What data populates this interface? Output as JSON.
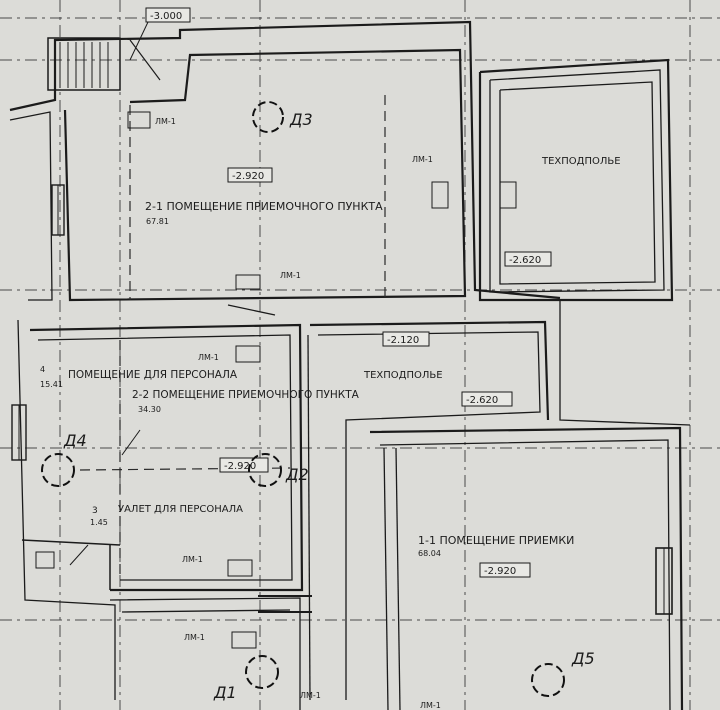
{
  "levels": {
    "top": "-3.000",
    "room_2_1": "-2.920",
    "techno_1": "-2.620",
    "corridor": "-2.120",
    "techno_2": "-2.620",
    "room_2_2": "-2.920",
    "room_1_1": "-2.920"
  },
  "rooms": {
    "r21_name": "2-1  ПОМЕЩЕНИЕ ПРИЕМОЧНОГО ПУНКТА",
    "r21_area": "67.81",
    "tech1_name": "ТЕХПОДПОЛЬЕ",
    "tech2_name": "ТЕХПОДПОЛЬЕ",
    "r4_num": "4",
    "r4_name": "ПОМЕЩЕНИЕ ДЛЯ ПЕРСОНАЛА",
    "r4_area": "15.41",
    "r22_name": "2-2  ПОМЕЩЕНИЕ ПРИЕМОЧНОГО ПУНКТА",
    "r22_area": "34.30",
    "wc_name": "УАЛЕТ ДЛЯ ПЕРСОНАЛА",
    "r3_num": "3",
    "r3_area": "1.45",
    "r11_name": "1-1  ПОМЕЩЕНИЕ ПРИЕМКИ",
    "r11_area": "68.04"
  },
  "hatch": "ЛМ-1",
  "marks": {
    "d1": "Д1",
    "d2": "Д2",
    "d3": "Д3",
    "d4": "Д4",
    "d5": "Д5"
  }
}
